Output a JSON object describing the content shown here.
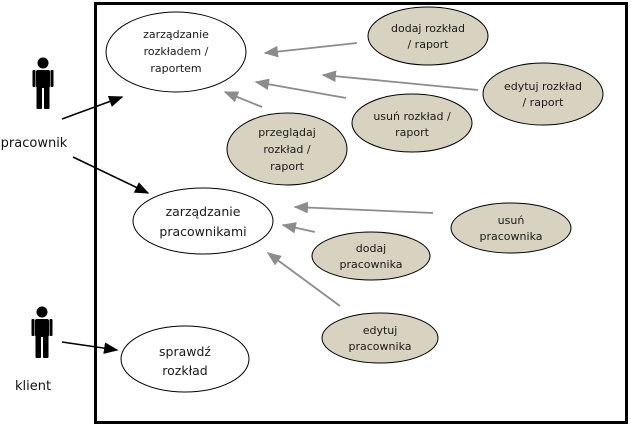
{
  "colors": {
    "main_usecase_fill": "#ffffff",
    "secondary_usecase_fill": "#d7d3c0",
    "actor_fill": "#000000",
    "actor_arrow": "#000000",
    "dependency_arrow": "#8c8c8c",
    "boundary": "#000000"
  },
  "actors": {
    "pracownik": {
      "label": "pracownik",
      "icon": "stick-figure-icon"
    },
    "klient": {
      "label": "klient",
      "icon": "stick-figure-icon"
    }
  },
  "usecases": {
    "zarzadzanie_rozkladem": {
      "lines": [
        "zarządzanie",
        "rozkładem /",
        "raportem"
      ]
    },
    "zarzadzanie_pracownikami": {
      "lines": [
        "zarządzanie",
        "pracownikami"
      ]
    },
    "sprawdz_rozklad": {
      "lines": [
        "sprawdź",
        "rozkład"
      ]
    },
    "dodaj_rozklad": {
      "lines": [
        "dodaj rozkład",
        "/ raport"
      ]
    },
    "edytuj_rozklad": {
      "lines": [
        "edytuj rozkład",
        "/ raport"
      ]
    },
    "usun_rozklad": {
      "lines": [
        "usuń rozkład /",
        "raport"
      ]
    },
    "przegladaj_rozklad": {
      "lines": [
        "przeglądaj",
        "rozkład /",
        "raport"
      ]
    },
    "usun_pracownika": {
      "lines": [
        "usuń",
        "pracownika"
      ]
    },
    "dodaj_pracownika": {
      "lines": [
        "dodaj",
        "pracownika"
      ]
    },
    "edytuj_pracownika": {
      "lines": [
        "edytuj",
        "pracownika"
      ]
    }
  }
}
